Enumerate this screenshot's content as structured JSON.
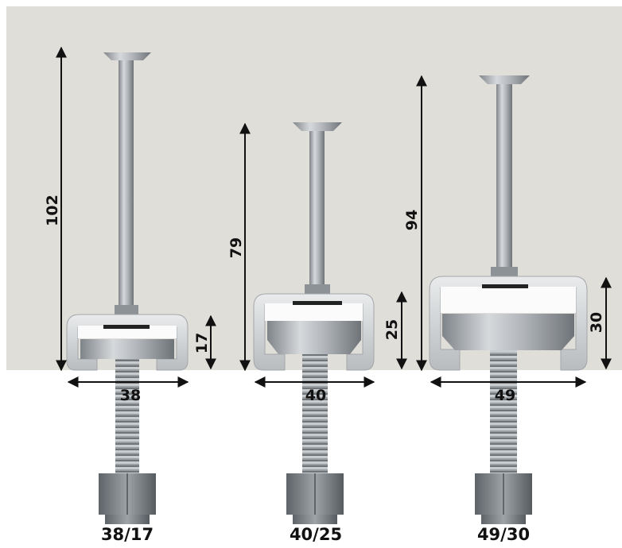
{
  "anchors": [
    {
      "name": "38/17",
      "width_label": "38",
      "height_label": "17",
      "length_label": "102"
    },
    {
      "name": "40/25",
      "width_label": "40",
      "height_label": "25",
      "length_label": "79"
    },
    {
      "name": "49/30",
      "width_label": "49",
      "height_label": "30",
      "length_label": "94"
    }
  ],
  "colors": {
    "concrete": "#e3e1dc",
    "rail_metal": "#cfd2d4",
    "steel": "#a9adb1",
    "dim_line": "#111111"
  }
}
